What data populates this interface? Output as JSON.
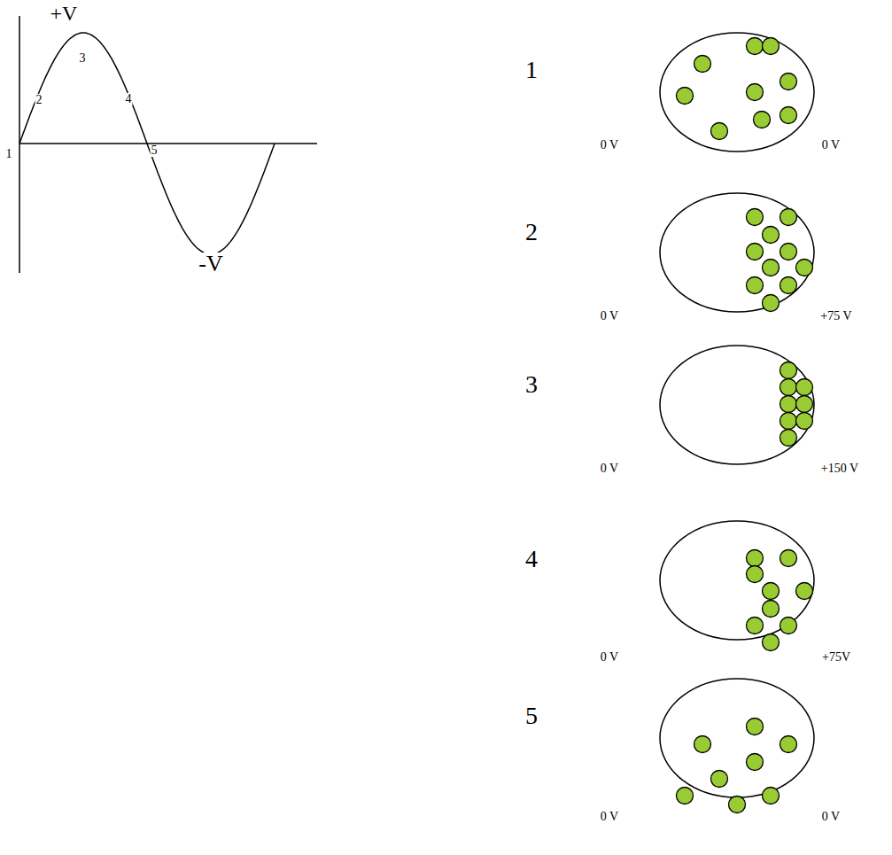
{
  "diagram": {
    "labels": [
      "+V",
      "1",
      "2",
      "3",
      "4",
      "5",
      "-V",
      "1",
      "0 V",
      "0 V",
      "2",
      "0 V",
      "+75 V",
      "3",
      "0 V",
      "+150 V",
      "4",
      "0 V",
      "+75V",
      "5",
      "0 V",
      "0 V"
    ]
  }
}
